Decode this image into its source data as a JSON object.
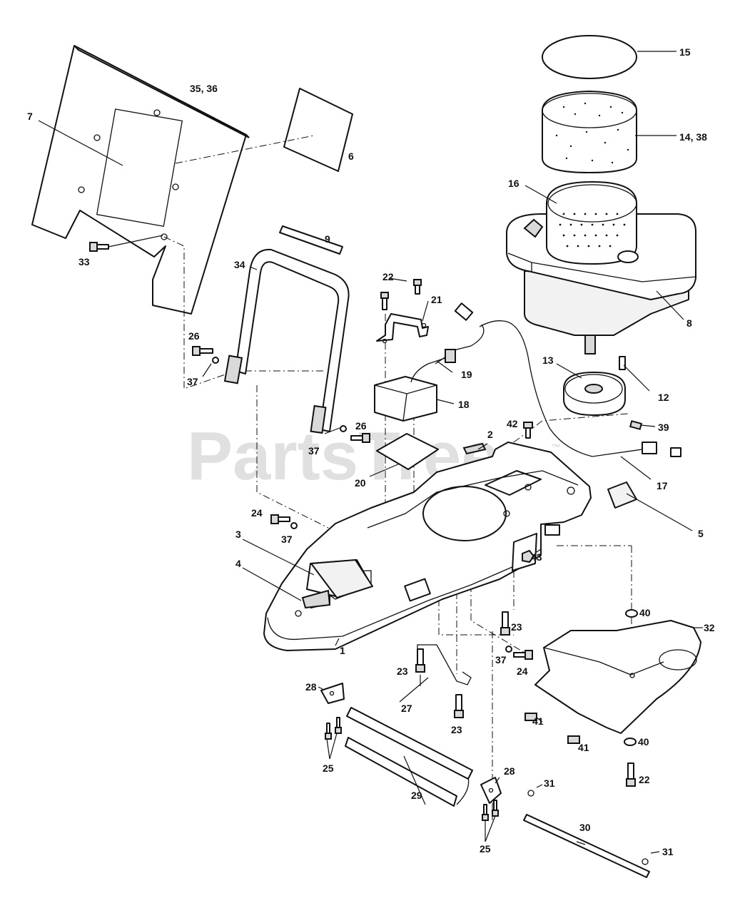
{
  "watermark": {
    "text": "PartsTree",
    "tm": "™"
  },
  "callouts": {
    "c1": "1",
    "c2": "2",
    "c3": "3",
    "c4": "4",
    "c5": "5",
    "c6": "6",
    "c7": "7",
    "c8": "8",
    "c9": "9",
    "c12": "12",
    "c13": "13",
    "c14_38": "14, 38",
    "c15": "15",
    "c16": "16",
    "c17": "17",
    "c18": "18",
    "c19": "19",
    "c20": "20",
    "c21": "21",
    "c22a": "22",
    "c22b": "22",
    "c23a": "23",
    "c23b": "23",
    "c23c": "23",
    "c24a": "24",
    "c24b": "24",
    "c25a": "25",
    "c25b": "25",
    "c26a": "26",
    "c26b": "26",
    "c27": "27",
    "c28a": "28",
    "c28b": "28",
    "c29": "29",
    "c30": "30",
    "c31a": "31",
    "c31b": "31",
    "c32": "32",
    "c33": "33",
    "c34": "34",
    "c35_36": "35, 36",
    "c37a": "37",
    "c37b": "37",
    "c37c": "37",
    "c37d": "37",
    "c39": "39",
    "c40a": "40",
    "c40b": "40",
    "c41a": "41",
    "c41b": "41",
    "c42": "42",
    "c43": "43"
  }
}
